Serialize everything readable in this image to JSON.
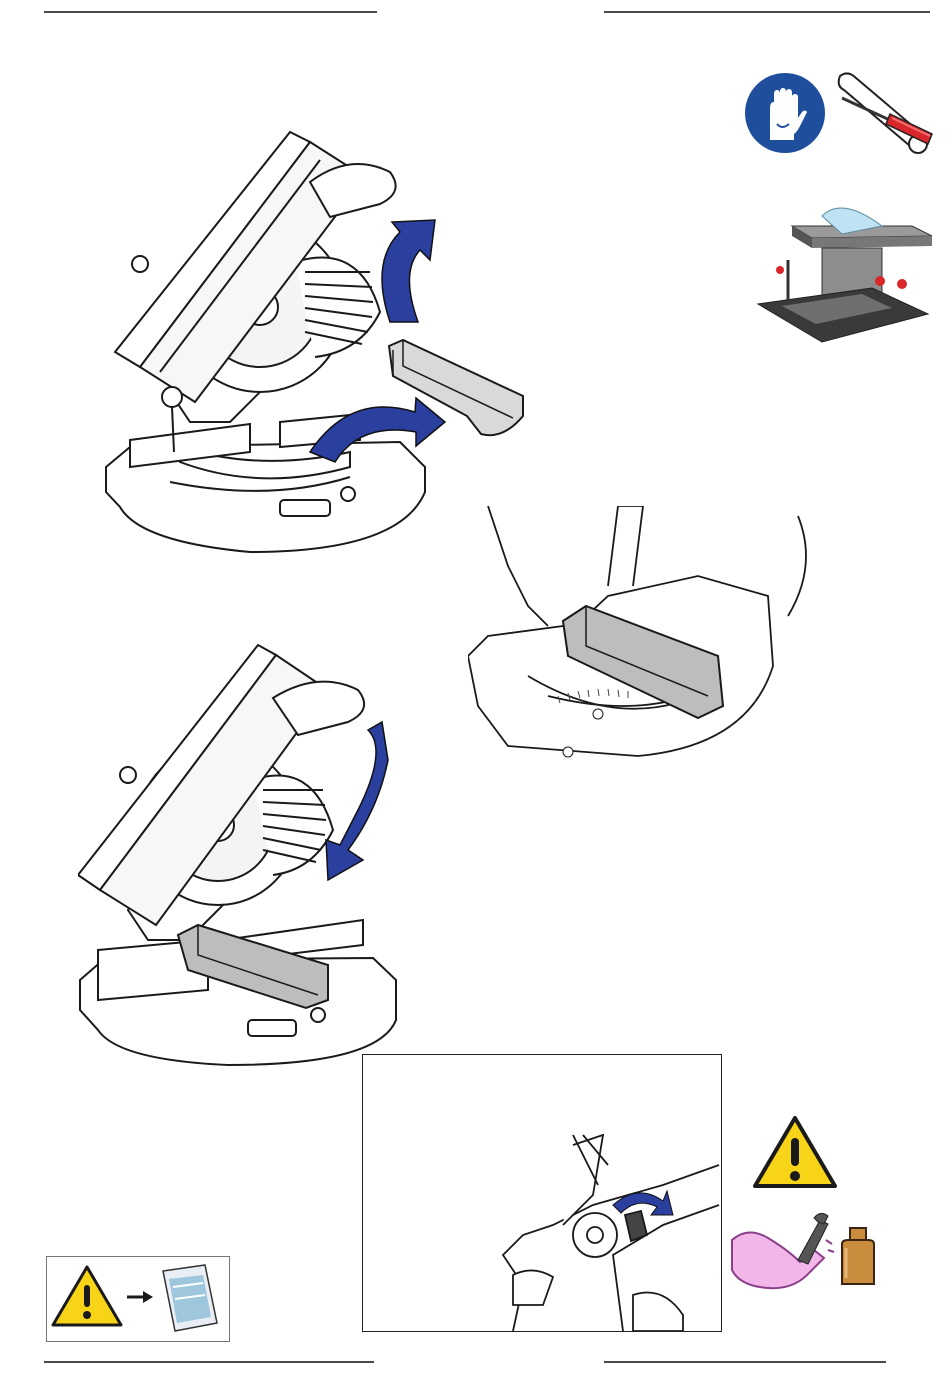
{
  "page": {
    "header_rules": 2,
    "footer_rules": 2
  },
  "icons": {
    "gloves": "gloves-mandatory-icon",
    "tools": "wrench-screwdriver-icon",
    "machine": "table-top-saw-thumbnail",
    "warning": "warning-triangle-icon",
    "manual": "manual-booklet-icon",
    "strength": "arm-wrench-icon",
    "weight": "weight-icon"
  },
  "colors": {
    "blue_badge": "#1f4f9c",
    "arrow_blue": "#2a3f9e",
    "warning_yellow": "#f7d417",
    "tool_red": "#d8262a",
    "arm_pink": "#f2b6e8",
    "weight_brown": "#c98b3c"
  }
}
